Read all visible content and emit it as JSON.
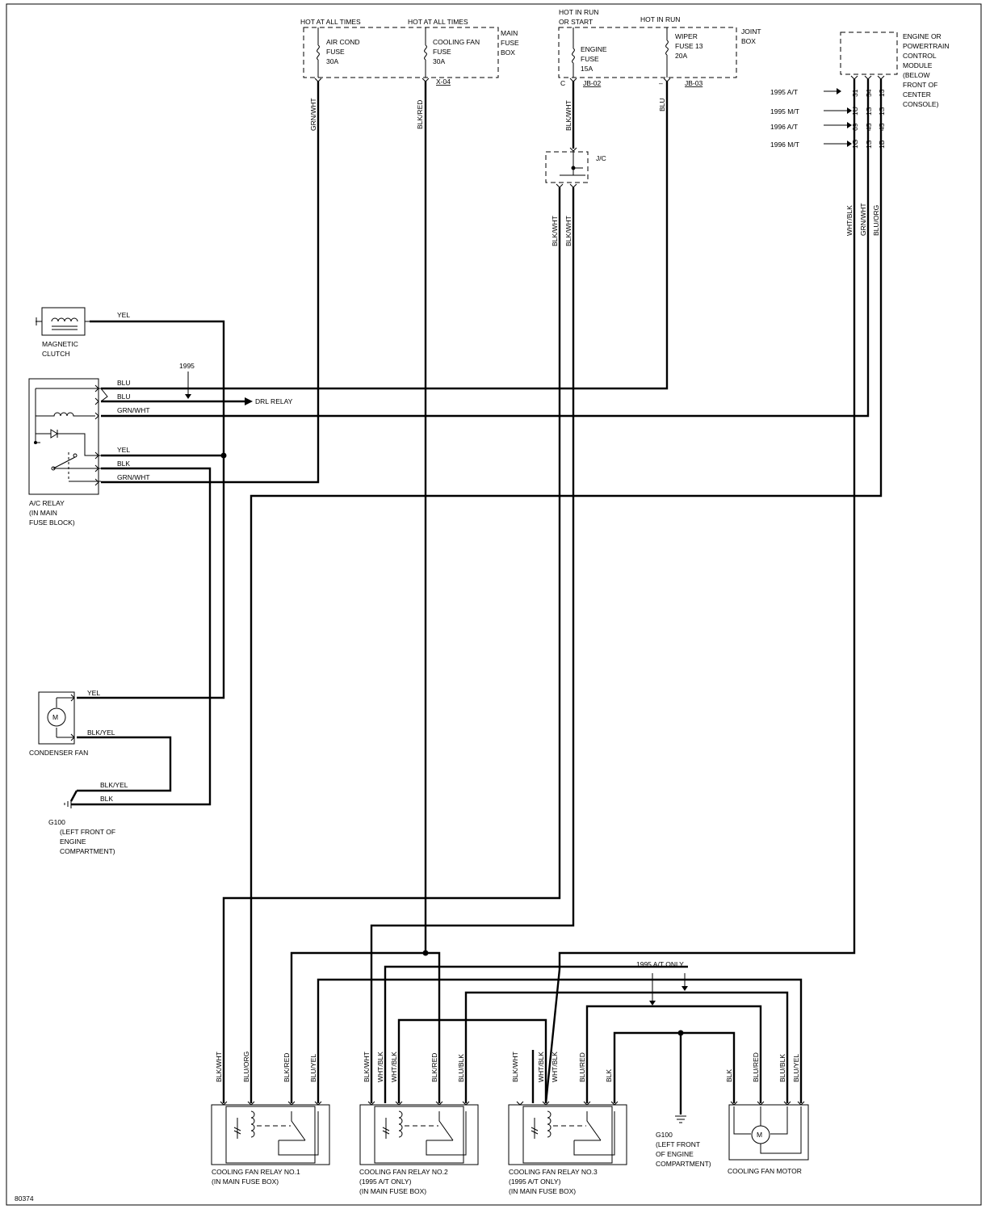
{
  "page": {
    "frame_id": "80374"
  },
  "main_fuse_box": {
    "label": [
      "MAIN",
      "FUSE",
      "BOX"
    ],
    "hot_label_1": "HOT AT ALL TIMES",
    "hot_label_2": "HOT AT ALL TIMES",
    "fuse_ac": [
      "AIR COND",
      "FUSE",
      "30A"
    ],
    "fuse_cooling": [
      "COOLING FAN",
      "FUSE",
      "30A"
    ],
    "connector": "X-04"
  },
  "joint_box": {
    "label": [
      "JOINT",
      "BOX"
    ],
    "hot_label_1": [
      "HOT IN RUN",
      "OR START"
    ],
    "hot_label_2": "HOT IN RUN",
    "fuse_engine": [
      "ENGINE",
      "FUSE",
      "15A"
    ],
    "fuse_wiper": [
      "WIPER",
      "FUSE 13",
      "20A"
    ],
    "pin_c": "C",
    "connector_1": "JB-02",
    "connector_2": "JB-03",
    "pin_dash": "–"
  },
  "pcm": {
    "label": [
      "ENGINE OR",
      "POWERTRAIN",
      "CONTROL",
      "MODULE",
      "(BELOW",
      "FRONT OF",
      "CENTER",
      "CONSOLE)"
    ],
    "rows": [
      {
        "label": "1995 A/T",
        "pins": [
          "31",
          "54",
          "13"
        ]
      },
      {
        "label": "1995 M/T",
        "pins": [
          "1U",
          "1S",
          "1S"
        ]
      },
      {
        "label": "1996 A/T",
        "pins": [
          "69",
          "45",
          "45"
        ]
      },
      {
        "label": "1996 M/T",
        "pins": [
          "1G",
          "1S",
          "1B"
        ]
      }
    ],
    "wires": [
      "WHT/BLK",
      "GRN/WHT",
      "BLU/ORG"
    ]
  },
  "jc": {
    "label": "J/C"
  },
  "vertical_wires": {
    "grn_wht": "GRN/WHT",
    "blk_red": "BLK/RED",
    "blk_wht_top": "BLK/WHT",
    "blu": "BLU",
    "blk_wht_left": "BLK/WHT",
    "blk_wht_right": "BLK/WHT"
  },
  "magnetic_clutch": {
    "label": [
      "MAGNETIC",
      "CLUTCH"
    ],
    "wire": "YEL"
  },
  "ac_relay": {
    "label": [
      "A/C RELAY",
      "(IN MAIN",
      "FUSE BLOCK)"
    ],
    "wires": [
      "BLU",
      "BLU",
      "GRN/WHT",
      "YEL",
      "BLK",
      "GRN/WHT"
    ],
    "note_1995": "1995",
    "drl": "DRL RELAY"
  },
  "condenser_fan": {
    "label": "CONDENSER FAN",
    "wire_top": "YEL",
    "wire_bottom": "BLK/YEL",
    "motor": "M"
  },
  "ground_left": {
    "wire_1": "BLK/YEL",
    "wire_2": "BLK",
    "label": [
      "G100",
      "(LEFT FRONT OF",
      "ENGINE",
      "COMPARTMENT)"
    ]
  },
  "relay1": {
    "wires": [
      "BLK/WHT",
      "BLU/ORG",
      "BLK/RED",
      "BLU/YEL"
    ],
    "label": [
      "COOLING FAN RELAY NO.1",
      "(IN MAIN FUSE BOX)"
    ]
  },
  "relay2": {
    "wires": [
      "BLK/WHT",
      "WHT/BLK",
      "WHT/BLK",
      "BLK/RED",
      "BLU/BLK"
    ],
    "label": [
      "COOLING FAN RELAY NO.2",
      "(1995 A/T ONLY)",
      "(IN MAIN FUSE BOX)"
    ]
  },
  "relay3": {
    "wires": [
      "BLK/WHT",
      "WHT/BLK",
      "WHT/BLK",
      "BLU/RED",
      "BLK"
    ],
    "label": [
      "COOLING FAN RELAY NO.3",
      "(1995 A/T ONLY)",
      "(IN MAIN FUSE BOX)"
    ]
  },
  "note_1995_at": "1995 A/T ONLY",
  "ground_bottom": {
    "label": [
      "G100",
      "(LEFT FRONT",
      "OF ENGINE",
      "COMPARTMENT)"
    ]
  },
  "cooling_fan_motor": {
    "wires": [
      "BLK",
      "BLU/RED",
      "BLU/BLK",
      "BLU/YEL"
    ],
    "label": "COOLING FAN MOTOR",
    "motor": "M"
  }
}
